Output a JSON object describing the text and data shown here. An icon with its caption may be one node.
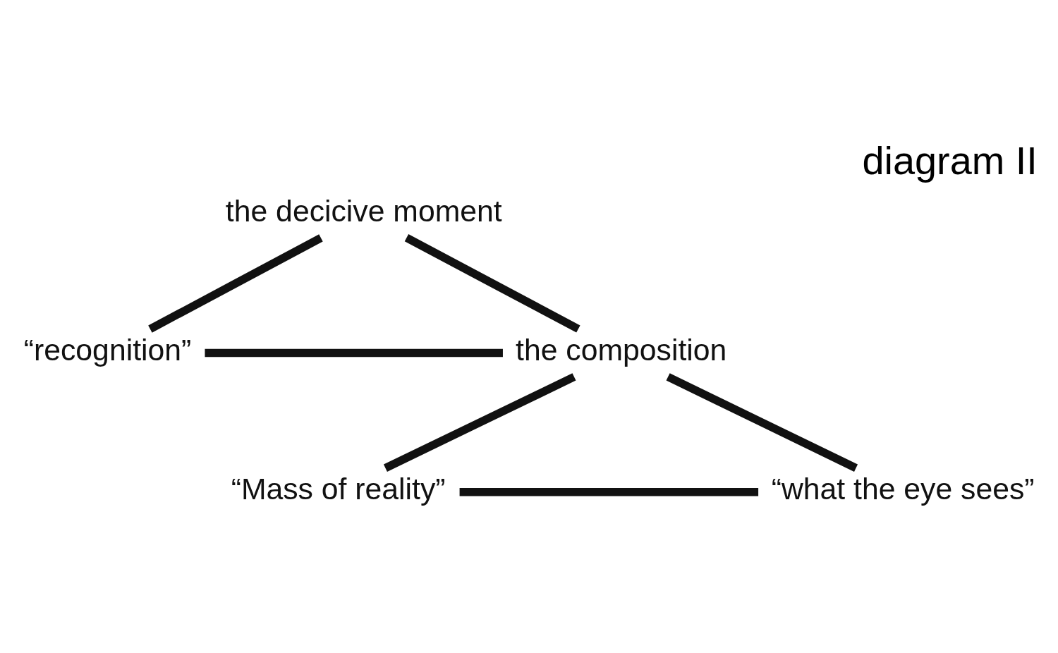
{
  "diagram": {
    "title": "diagram II",
    "nodes": [
      {
        "text": [
          "the decicive moment"
        ]
      },
      {
        "text": [
          "“recognition”"
        ]
      },
      {
        "text": [
          "the composition"
        ]
      },
      {
        "text": [
          "“Mass of reality”"
        ]
      },
      {
        "text": [
          "“what the eye sees”"
        ]
      }
    ],
    "edges": [
      {
        "from": 0,
        "to": 1,
        "arrow": "none"
      },
      {
        "from": 0,
        "to": 2,
        "arrow": "none"
      },
      {
        "from": 1,
        "to": 2,
        "arrow": "none"
      },
      {
        "from": 2,
        "to": 3,
        "arrow": "none"
      },
      {
        "from": 2,
        "to": 4,
        "arrow": "none"
      },
      {
        "from": 3,
        "to": 4,
        "arrow": "none"
      }
    ]
  }
}
